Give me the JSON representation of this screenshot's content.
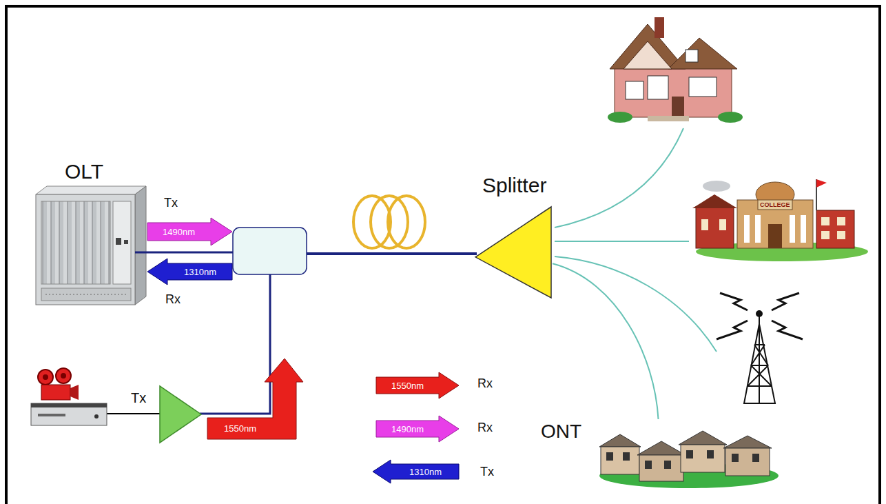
{
  "diagram": {
    "nodes": [
      {
        "text": [
          "OLT"
        ]
      },
      {
        "text": [
          "1490nm"
        ]
      },
      {
        "text": [
          "1310nm"
        ]
      },
      {
        "text": [
          "Splitter"
        ]
      },
      {
        "text": [
          "1550nm"
        ]
      },
      {
        "text": [
          "1550nm"
        ]
      },
      {
        "text": [
          "1490nm"
        ]
      },
      {
        "text": [
          "1310nm"
        ]
      },
      {
        "text": [
          "ONT"
        ]
      }
    ],
    "edges": [
      {
        "from": 3,
        "to": 8,
        "arrow": "none"
      }
    ],
    "labels": [
      "Tx",
      "Rx",
      "Tx",
      "Rx",
      "Rx",
      "Tx",
      "COLLEGE"
    ]
  }
}
